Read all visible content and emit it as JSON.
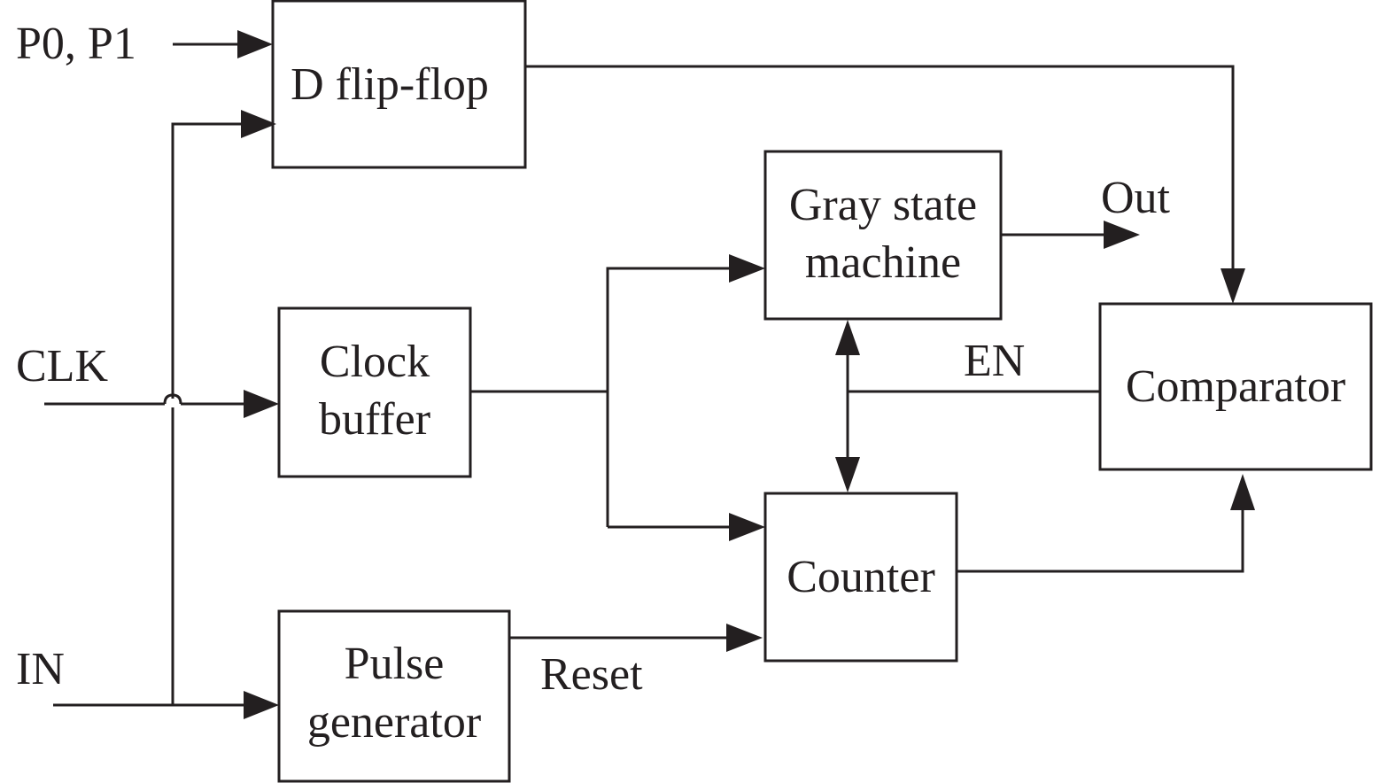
{
  "diagram": {
    "blocks": {
      "dff": {
        "lines": [
          "D flip-flop"
        ]
      },
      "clock_buffer": {
        "lines": [
          "Clock",
          "buffer"
        ]
      },
      "pulse_generator": {
        "lines": [
          "Pulse",
          "generator"
        ]
      },
      "gray_state_machine": {
        "lines": [
          "Gray state",
          "machine"
        ]
      },
      "counter": {
        "lines": [
          "Counter"
        ]
      },
      "comparator": {
        "lines": [
          "Comparator"
        ]
      }
    },
    "signals": {
      "p0p1": "P0, P1",
      "clk": "CLK",
      "in": "IN",
      "out": "Out",
      "en": "EN",
      "reset": "Reset"
    },
    "colors": {
      "ink": "#231f20",
      "background": "#ffffff"
    }
  }
}
